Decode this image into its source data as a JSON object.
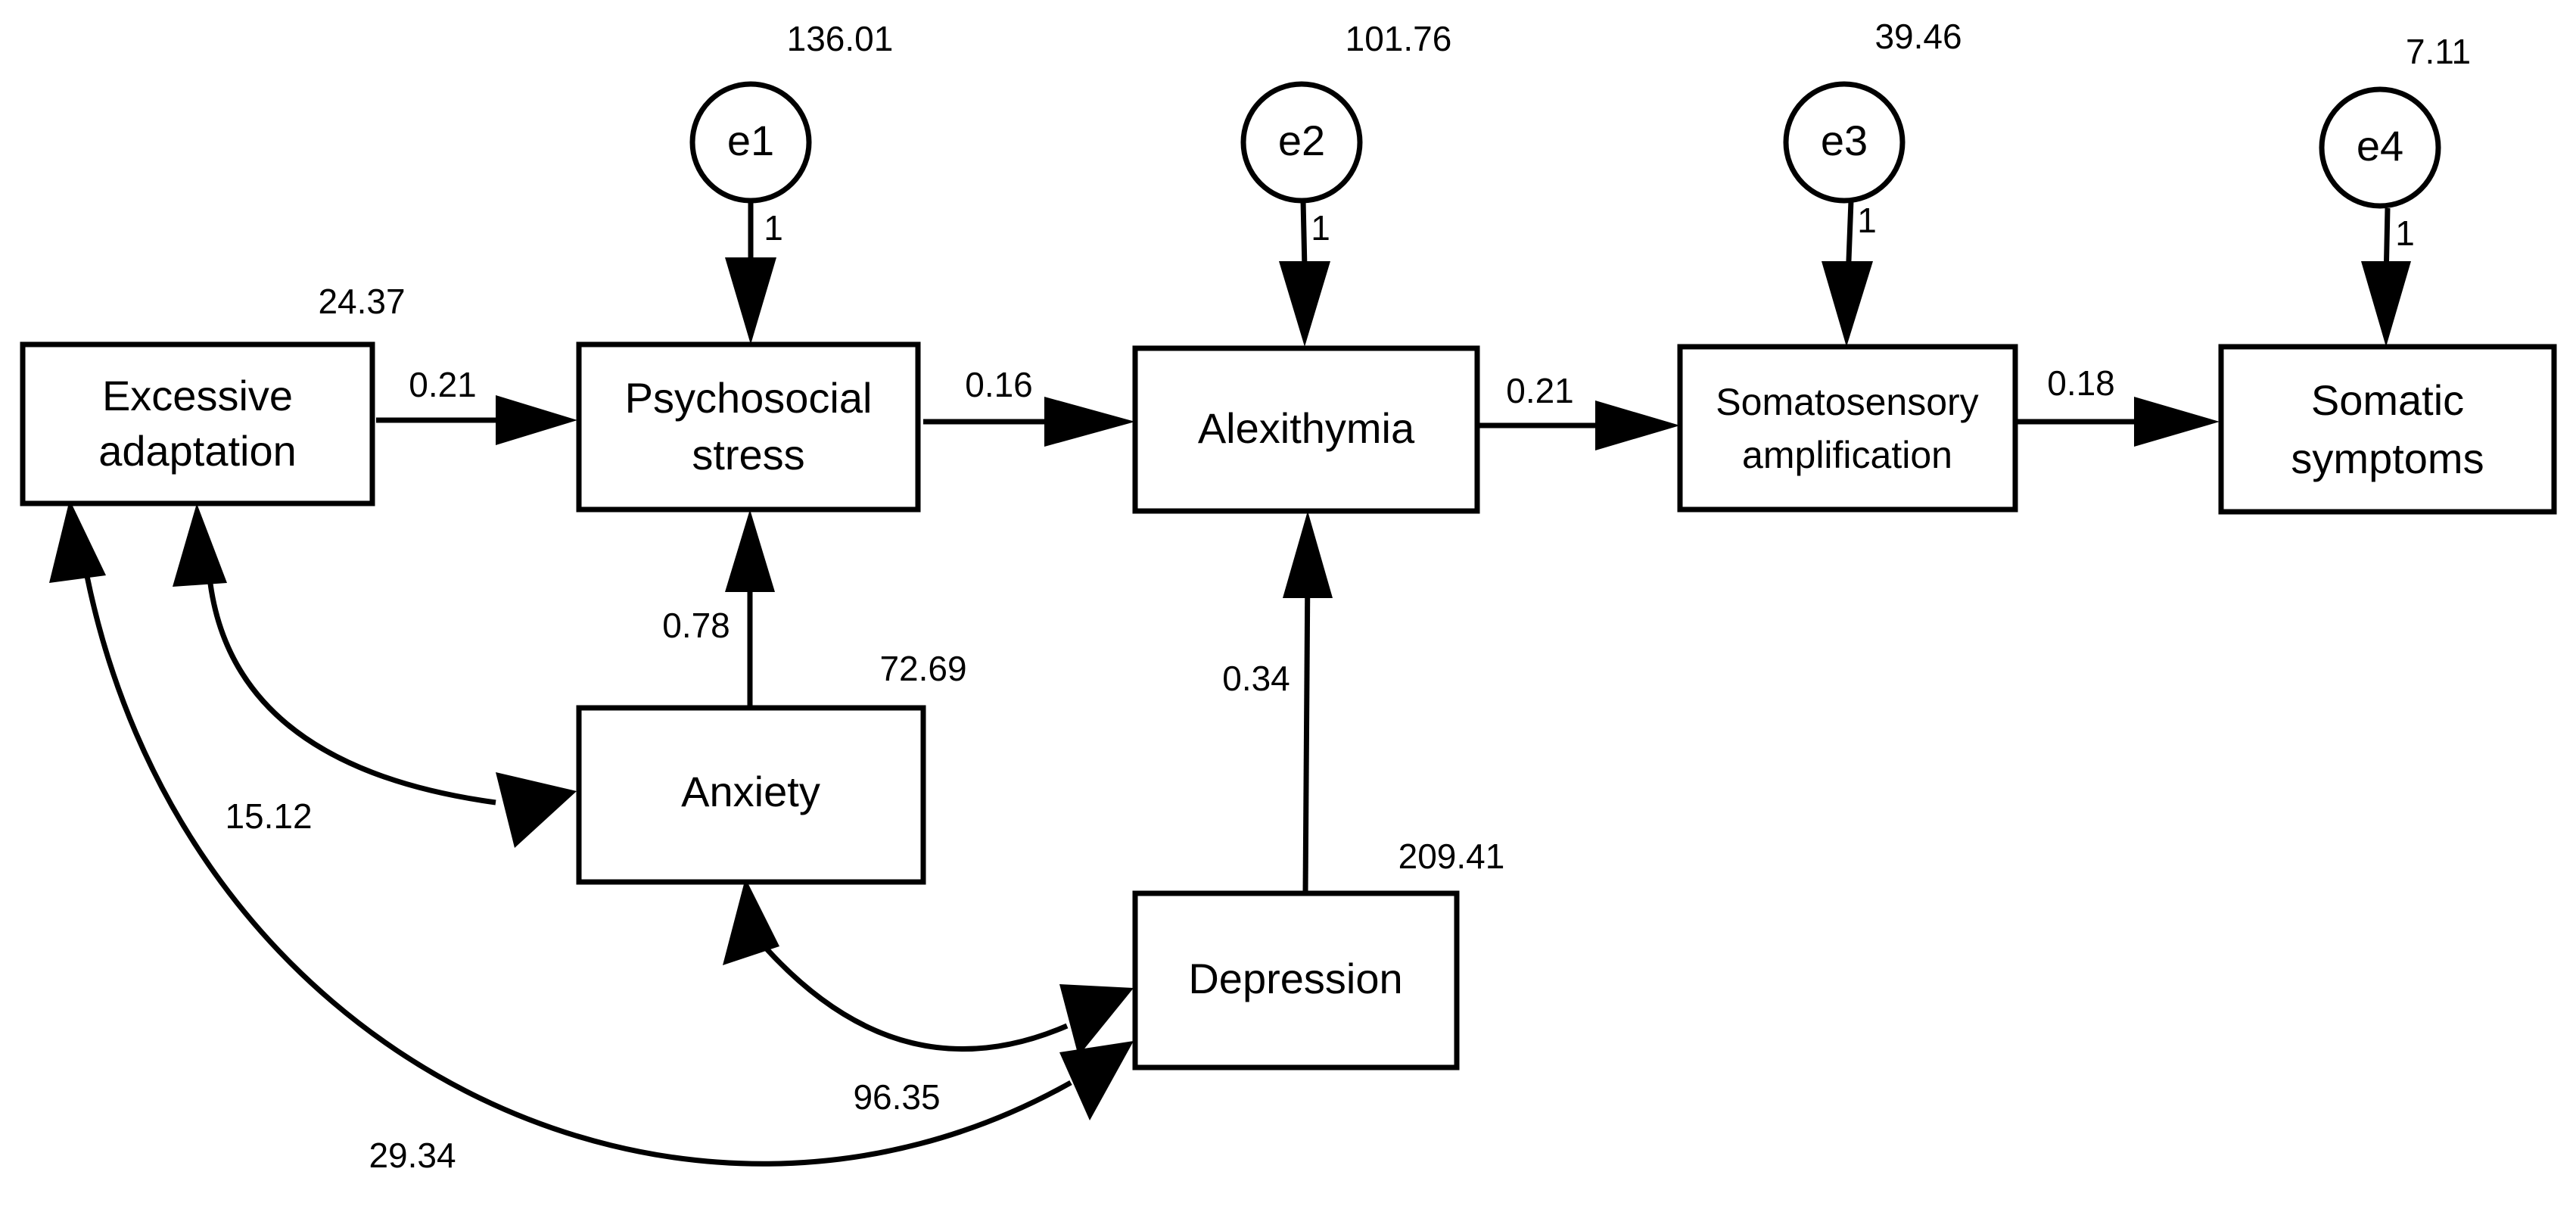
{
  "nodes": {
    "excessive": {
      "line1": "Excessive",
      "line2": "adaptation",
      "variance": "24.37"
    },
    "psychosocial": {
      "line1": "Psychosocial",
      "line2": "stress"
    },
    "alexithymia": {
      "label": "Alexithymia"
    },
    "somatosensory": {
      "line1": "Somatosensory",
      "line2": "amplification"
    },
    "somatic": {
      "line1": "Somatic",
      "line2": "symptoms"
    },
    "anxiety": {
      "label": "Anxiety",
      "variance": "72.69"
    },
    "depression": {
      "label": "Depression",
      "variance": "209.41"
    }
  },
  "errors": [
    {
      "label": "e1",
      "variance": "136.01",
      "loading": "1"
    },
    {
      "label": "e2",
      "variance": "101.76",
      "loading": "1"
    },
    {
      "label": "e3",
      "variance": "39.46",
      "loading": "1"
    },
    {
      "label": "e4",
      "variance": "7.11",
      "loading": "1"
    }
  ],
  "paths": {
    "excessive_to_psychosocial": "0.21",
    "psychosocial_to_alexithymia": "0.16",
    "alexithymia_to_somatosensory": "0.21",
    "somatosensory_to_somatic": "0.18",
    "anxiety_to_psychosocial": "0.78",
    "depression_to_alexithymia": "0.34"
  },
  "covariances": {
    "excessive_anxiety": "15.12",
    "anxiety_depression": "96.35",
    "excessive_depression": "29.34"
  },
  "colors": {
    "stroke": "#000000",
    "fill": "#ffffff"
  }
}
